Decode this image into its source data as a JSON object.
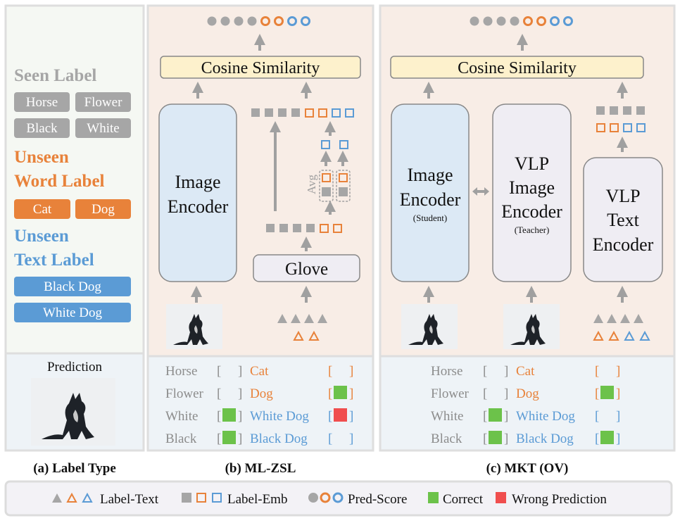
{
  "colors": {
    "gray": "#a6a6a6",
    "orange": "#e8823a",
    "blue": "#5b9bd5",
    "green": "#6cc24a",
    "red": "#f04e4e",
    "cosine_fill": "#fdf1cc",
    "encoder_fill": "#dce9f5",
    "vlp_fill": "#efedf3"
  },
  "panel_a": {
    "seen_title": "Seen Label",
    "seen_labels": [
      "Horse",
      "Flower",
      "Black",
      "White"
    ],
    "unseen_word_title_1": "Unseen",
    "unseen_word_title_2": "Word Label",
    "unseen_word_labels": [
      "Cat",
      "Dog"
    ],
    "unseen_text_title_1": "Unseen",
    "unseen_text_title_2": "Text Label",
    "unseen_text_labels": [
      "Black Dog",
      "White Dog"
    ],
    "prediction_label": "Prediction",
    "caption": "(a) Label Type"
  },
  "panel_b": {
    "cosine": "Cosine Similarity",
    "image_encoder_1": "Image",
    "image_encoder_2": "Encoder",
    "avg": "Avg",
    "glove": "Glove",
    "caption": "(b) ML-ZSL",
    "results": [
      {
        "label": "Horse",
        "result": "none",
        "unseen": "Cat",
        "unseen_result": "none"
      },
      {
        "label": "Flower",
        "result": "none",
        "unseen": "Dog",
        "unseen_result": "correct"
      },
      {
        "label": "White",
        "result": "correct",
        "unseen": "White Dog",
        "unseen_result": "wrong"
      },
      {
        "label": "Black",
        "result": "correct",
        "unseen": "Black Dog",
        "unseen_result": "none"
      }
    ]
  },
  "panel_c": {
    "cosine": "Cosine Similarity",
    "image_encoder_1": "Image",
    "image_encoder_2": "Encoder",
    "image_encoder_role": "(Student)",
    "vlp_image_1": "VLP",
    "vlp_image_2": "Image",
    "vlp_image_3": "Encoder",
    "vlp_image_role": "(Teacher)",
    "vlp_text_1": "VLP",
    "vlp_text_2": "Text",
    "vlp_text_3": "Encoder",
    "caption": "(c) MKT (OV)",
    "results": [
      {
        "label": "Horse",
        "result": "none",
        "unseen": "Cat",
        "unseen_result": "none"
      },
      {
        "label": "Flower",
        "result": "none",
        "unseen": "Dog",
        "unseen_result": "correct"
      },
      {
        "label": "White",
        "result": "correct",
        "unseen": "White Dog",
        "unseen_result": "none"
      },
      {
        "label": "Black",
        "result": "correct",
        "unseen": "Black Dog",
        "unseen_result": "correct"
      }
    ]
  },
  "legend": {
    "label_text": "Label-Text",
    "label_emb": "Label-Emb",
    "pred_score": "Pred-Score",
    "correct": "Correct",
    "wrong": "Wrong Prediction"
  }
}
